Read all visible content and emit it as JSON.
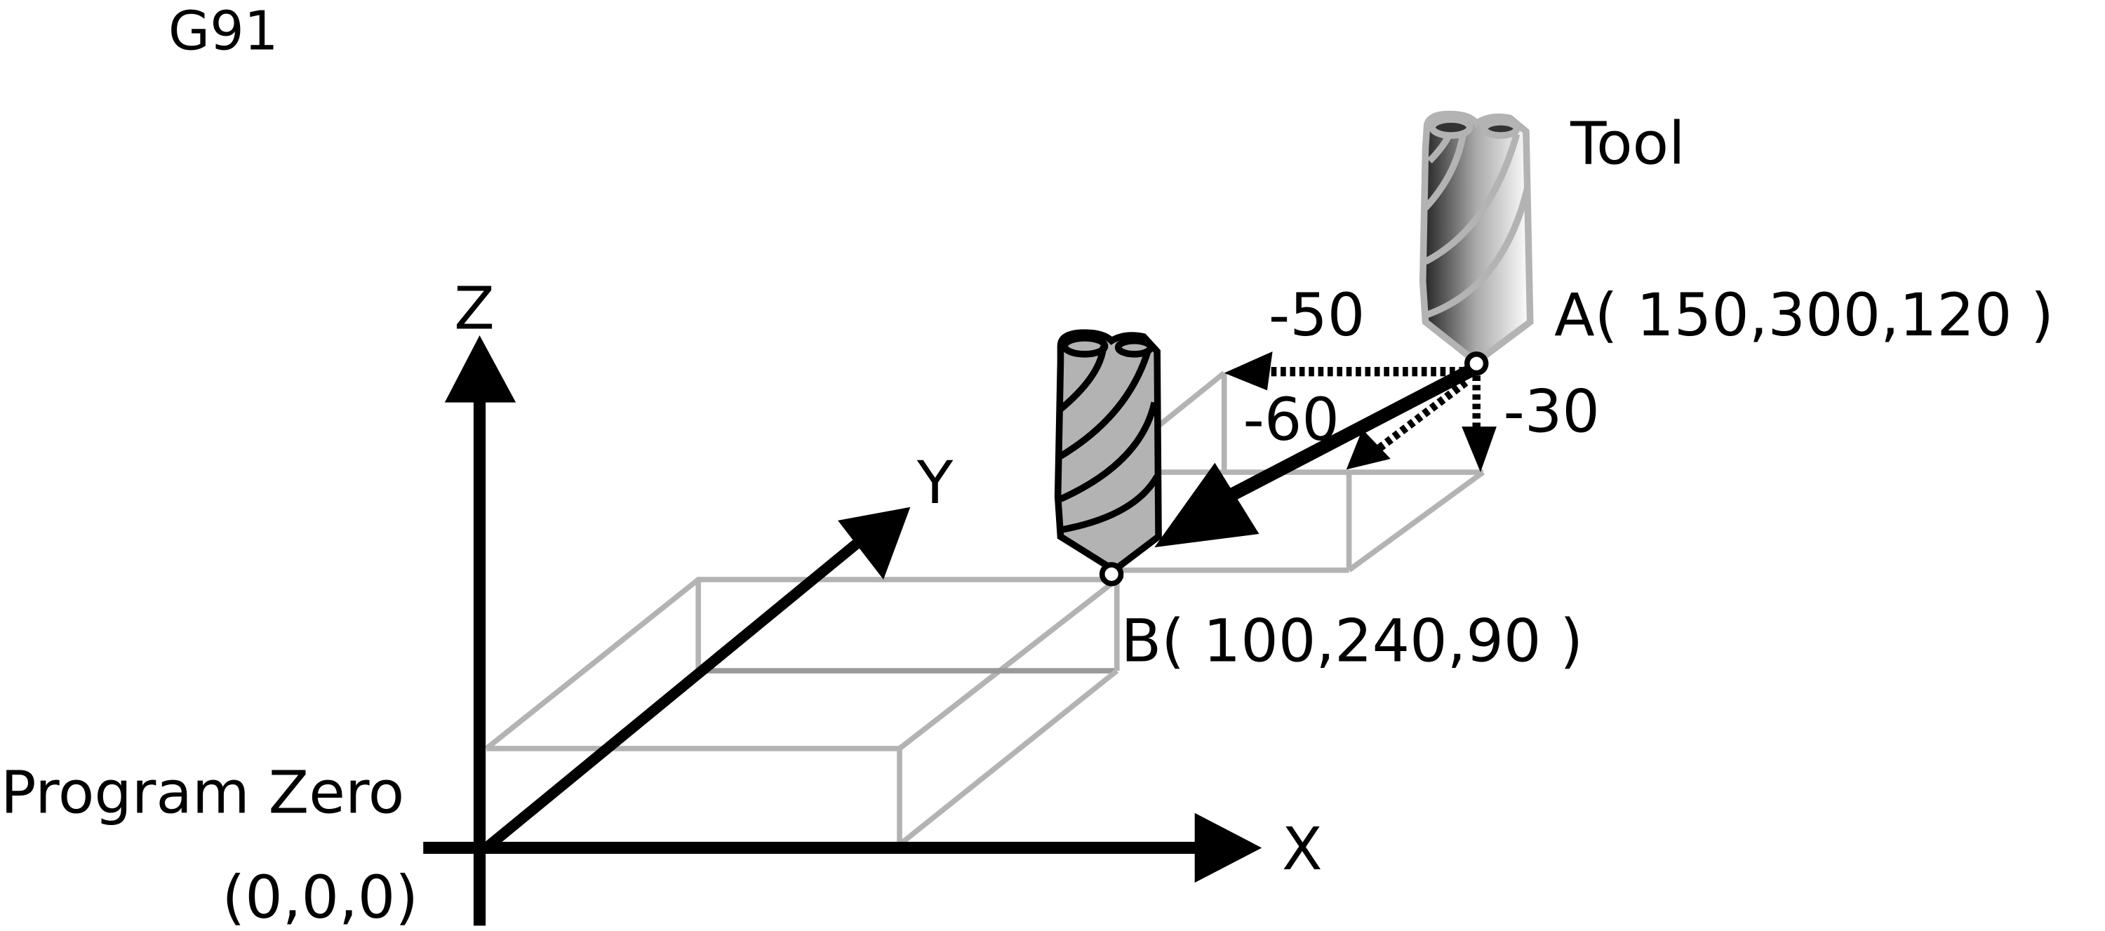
{
  "mode_label": "G91",
  "axes": {
    "x": "X",
    "y": "Y",
    "z": "Z"
  },
  "origin": {
    "label": "Program Zero",
    "coords": "(0,0,0)"
  },
  "tool_label": "Tool",
  "point_a": {
    "label": "A",
    "coords": "( 150,300,120 )"
  },
  "point_b": {
    "label": "B",
    "coords": "( 100,240,90 )"
  },
  "increments": {
    "x": "-50",
    "y": "-60",
    "z": "-30"
  },
  "colors": {
    "line": "#000000",
    "box": "#b3b3b3",
    "tool_fill": "#b3b3b3"
  }
}
